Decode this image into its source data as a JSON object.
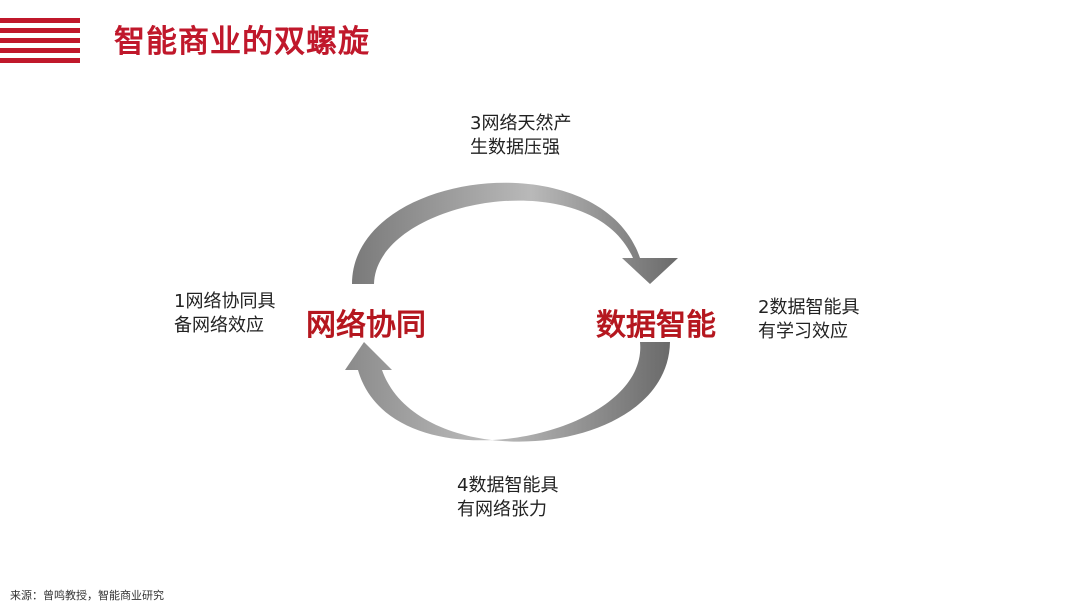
{
  "header": {
    "title": "智能商业的双螺旋"
  },
  "diagram": {
    "nodes": {
      "left": "网络协同",
      "right": "数据智能"
    },
    "notes": {
      "top": [
        "3网络天然产",
        "生数据压强"
      ],
      "left": [
        "1网络协同具",
        "备网络效应"
      ],
      "right": [
        "2数据智能具",
        "有学习效应"
      ],
      "bottom": [
        "4数据智能具",
        "有网络张力"
      ]
    },
    "colors": {
      "accent": "#c0182b",
      "node_text": "#b5171f",
      "arrow_dark": "#6e6e6e",
      "arrow_light": "#cfcfcf"
    }
  },
  "footer": {
    "source": "来源：曾鸣教授，智能商业研究"
  }
}
